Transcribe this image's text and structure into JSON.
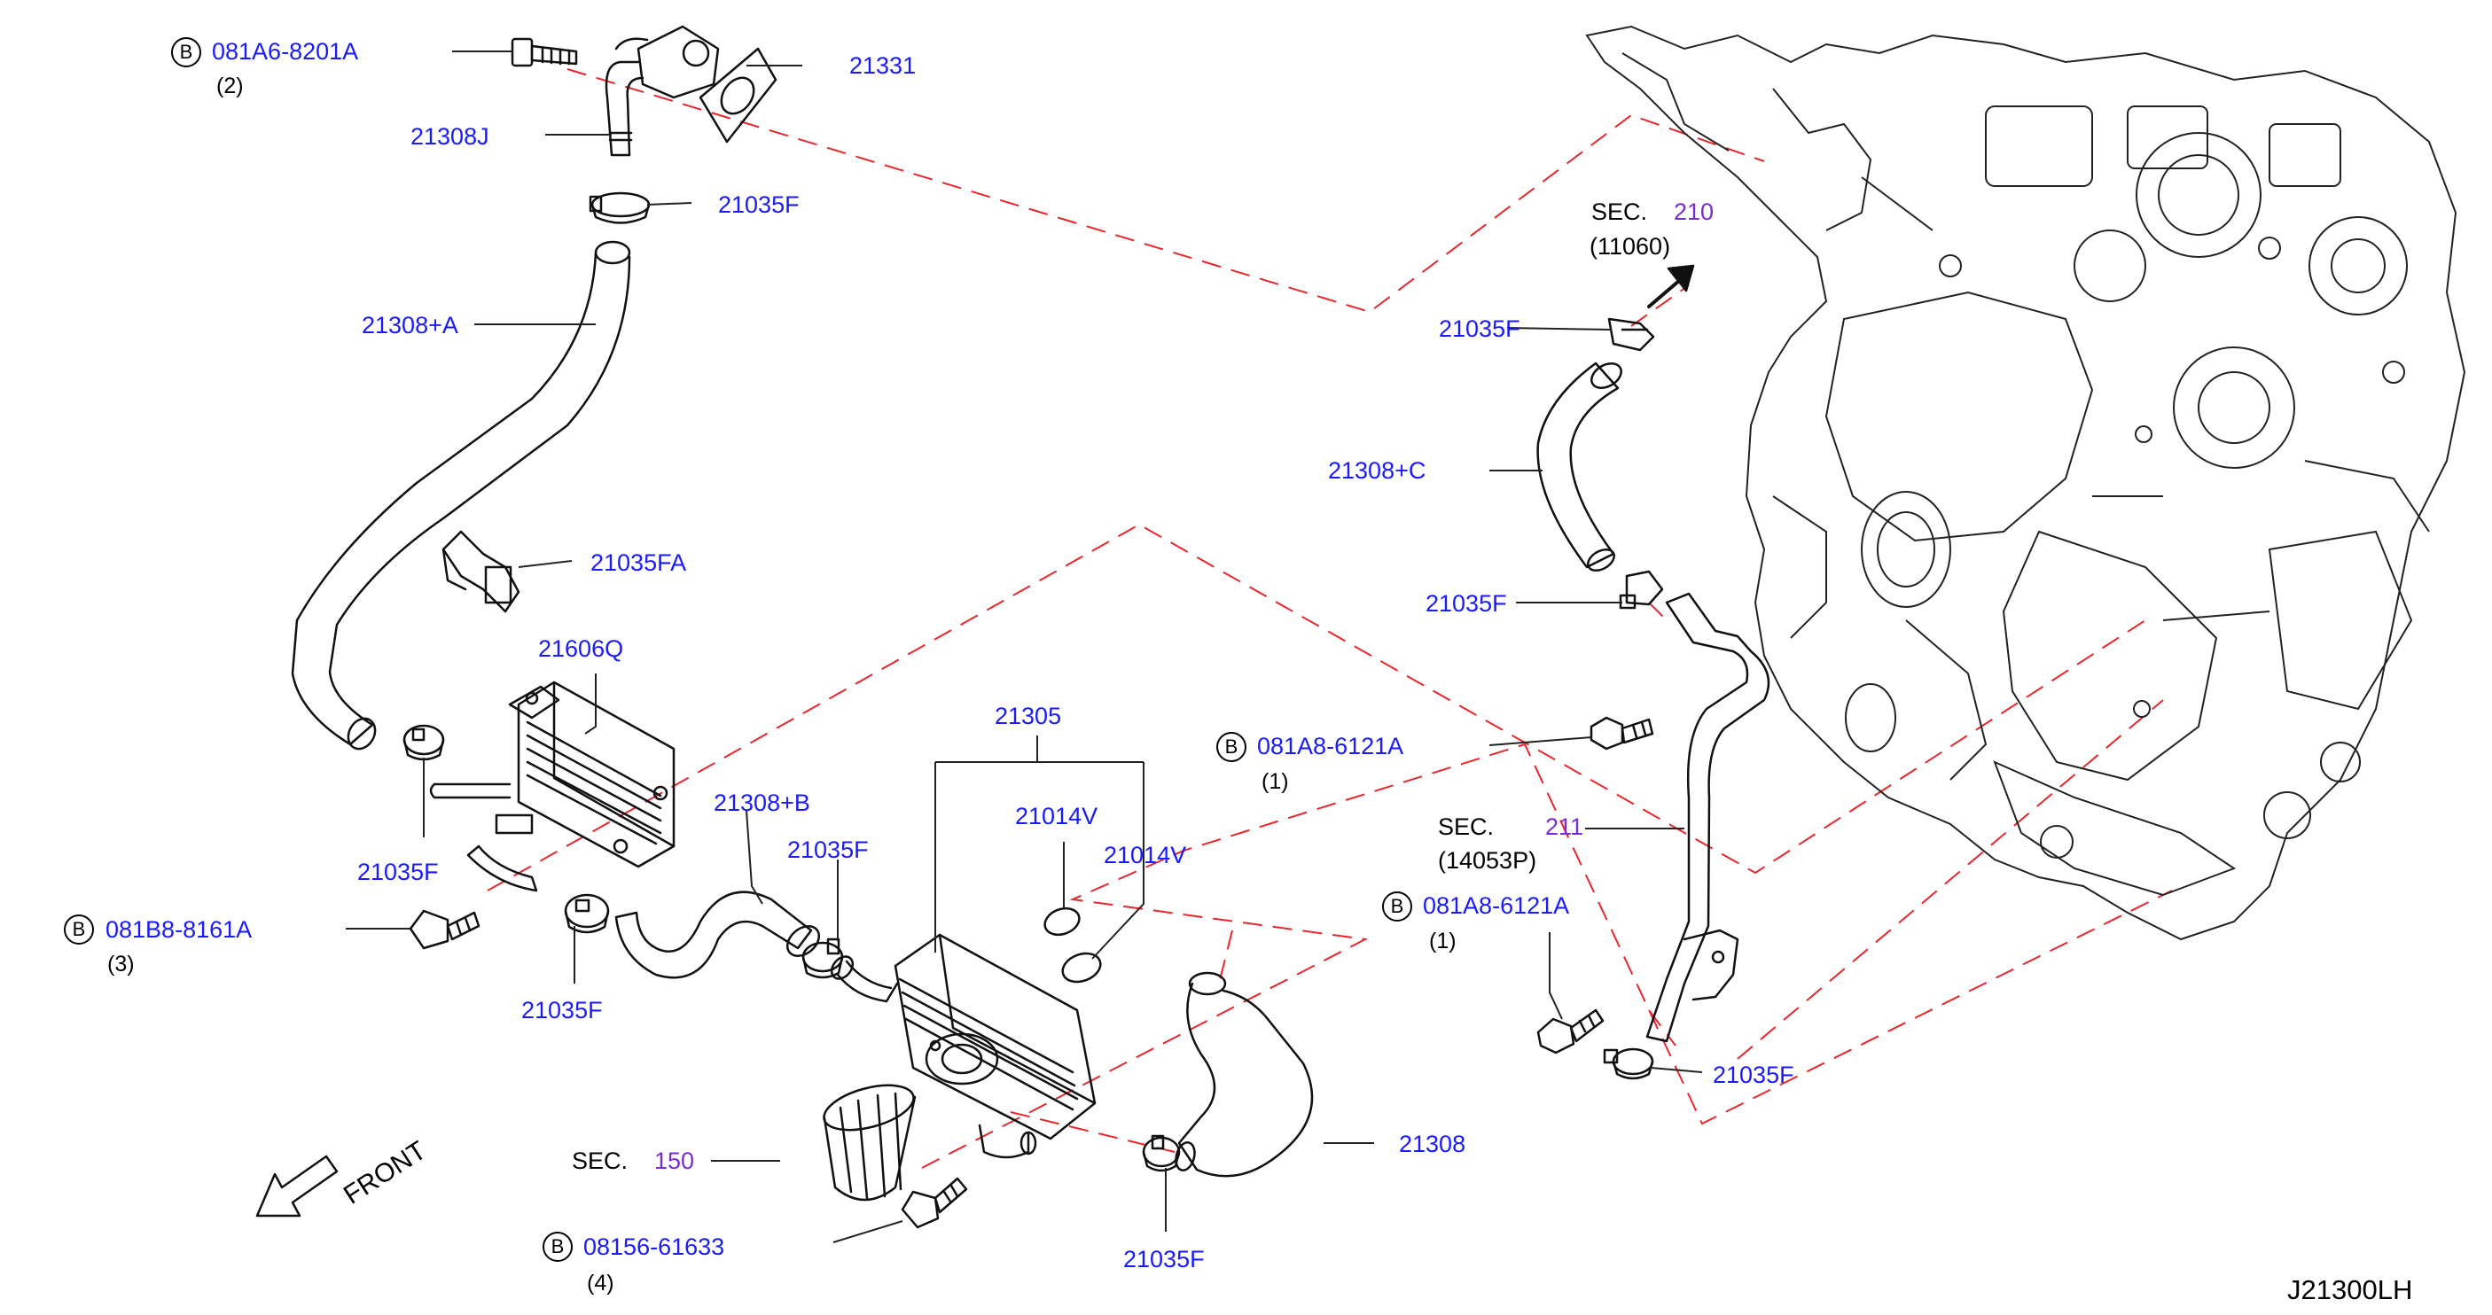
{
  "diagram_code": "J21300LH",
  "front_label": "FRONT",
  "bolt_marker": "B",
  "sec_prefix": "SEC.",
  "colors": {
    "part_number": "#1a1aff",
    "section_number": "#7b2bd6",
    "leader_dash": "#e8262c",
    "line": "#000000"
  },
  "bolts": [
    {
      "id": "b1",
      "part": "081A6-8201A",
      "qty": "(2)"
    },
    {
      "id": "b2",
      "part": "081B8-8161A",
      "qty": "(3)"
    },
    {
      "id": "b3",
      "part": "081A8-6121A",
      "qty": "(1)"
    },
    {
      "id": "b4",
      "part": "081A8-6121A",
      "qty": "(1)"
    },
    {
      "id": "b5",
      "part": "08156-61633",
      "qty": "(4)"
    }
  ],
  "sections": [
    {
      "id": "s1",
      "number": "210",
      "ref": "(11060)"
    },
    {
      "id": "s2",
      "number": "211",
      "ref": "(14053P)"
    },
    {
      "id": "s3",
      "number": "150",
      "ref": ""
    }
  ],
  "parts": {
    "p_21331": "21331",
    "p_21308J": "21308J",
    "p_21035F_1": "21035F",
    "p_21308A": "21308+A",
    "p_21035FA": "21035FA",
    "p_21606Q": "21606Q",
    "p_21035F_2": "21035F",
    "p_21035F_3": "21035F",
    "p_21308B": "21308+B",
    "p_21035F_4": "21035F",
    "p_21305": "21305",
    "p_21014V_1": "21014V",
    "p_21014V_2": "21014V",
    "p_21308": "21308",
    "p_21035F_5": "21035F",
    "p_21035F_6": "21035F",
    "p_21308C": "21308+C",
    "p_21035F_7": "21035F",
    "p_21035F_8": "21035F"
  }
}
